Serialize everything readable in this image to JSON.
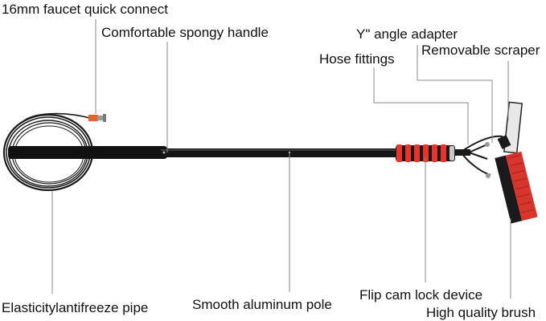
{
  "labels": {
    "faucet_quick_connect": "16mm faucet quick connect",
    "spongy_handle": "Comfortable spongy handle",
    "angle_adapter": "Y\" angle adapter",
    "removable_scraper": "Removable scraper",
    "hose_fittings": "Hose fittings",
    "antifreeze_pipe": "Elasticitylantifreeze pipe",
    "aluminum_pole": "Smooth aluminum pole",
    "flip_cam_lock": "Flip cam lock device",
    "brush": "High quality brush"
  },
  "colors": {
    "pole": "#111111",
    "clamps": "#e8342a",
    "bristles": "#d8362d",
    "leader_line": "#8a8a8a",
    "text": "#111111"
  }
}
